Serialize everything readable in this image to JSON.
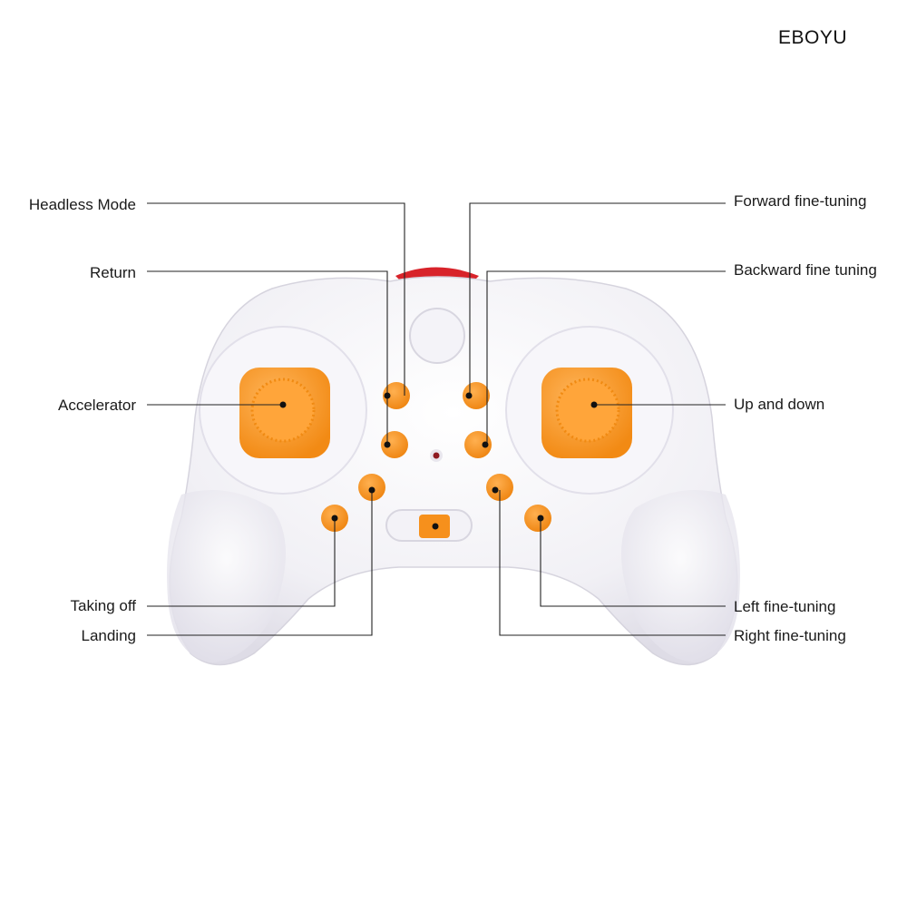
{
  "brand": "EBOYU",
  "labels": {
    "headless_mode": "Headless Mode",
    "return": "Return",
    "accelerator": "Accelerator",
    "taking_off": "Taking off",
    "landing": "Landing",
    "forward_fine_tuning": "Forward fine-tuning",
    "backward_fine_tuning": "Backward fine tuning",
    "up_and_down": "Up and down",
    "left_fine_tuning": "Left fine-tuning",
    "right_fine_tuning": "Right fine-tuning"
  },
  "colors": {
    "controller_body": "#f3f2f6",
    "button_orange": "#f7931e",
    "stick_orange": "#ff9a2e",
    "trim_red": "#d8232a",
    "leader_line": "#222222"
  }
}
